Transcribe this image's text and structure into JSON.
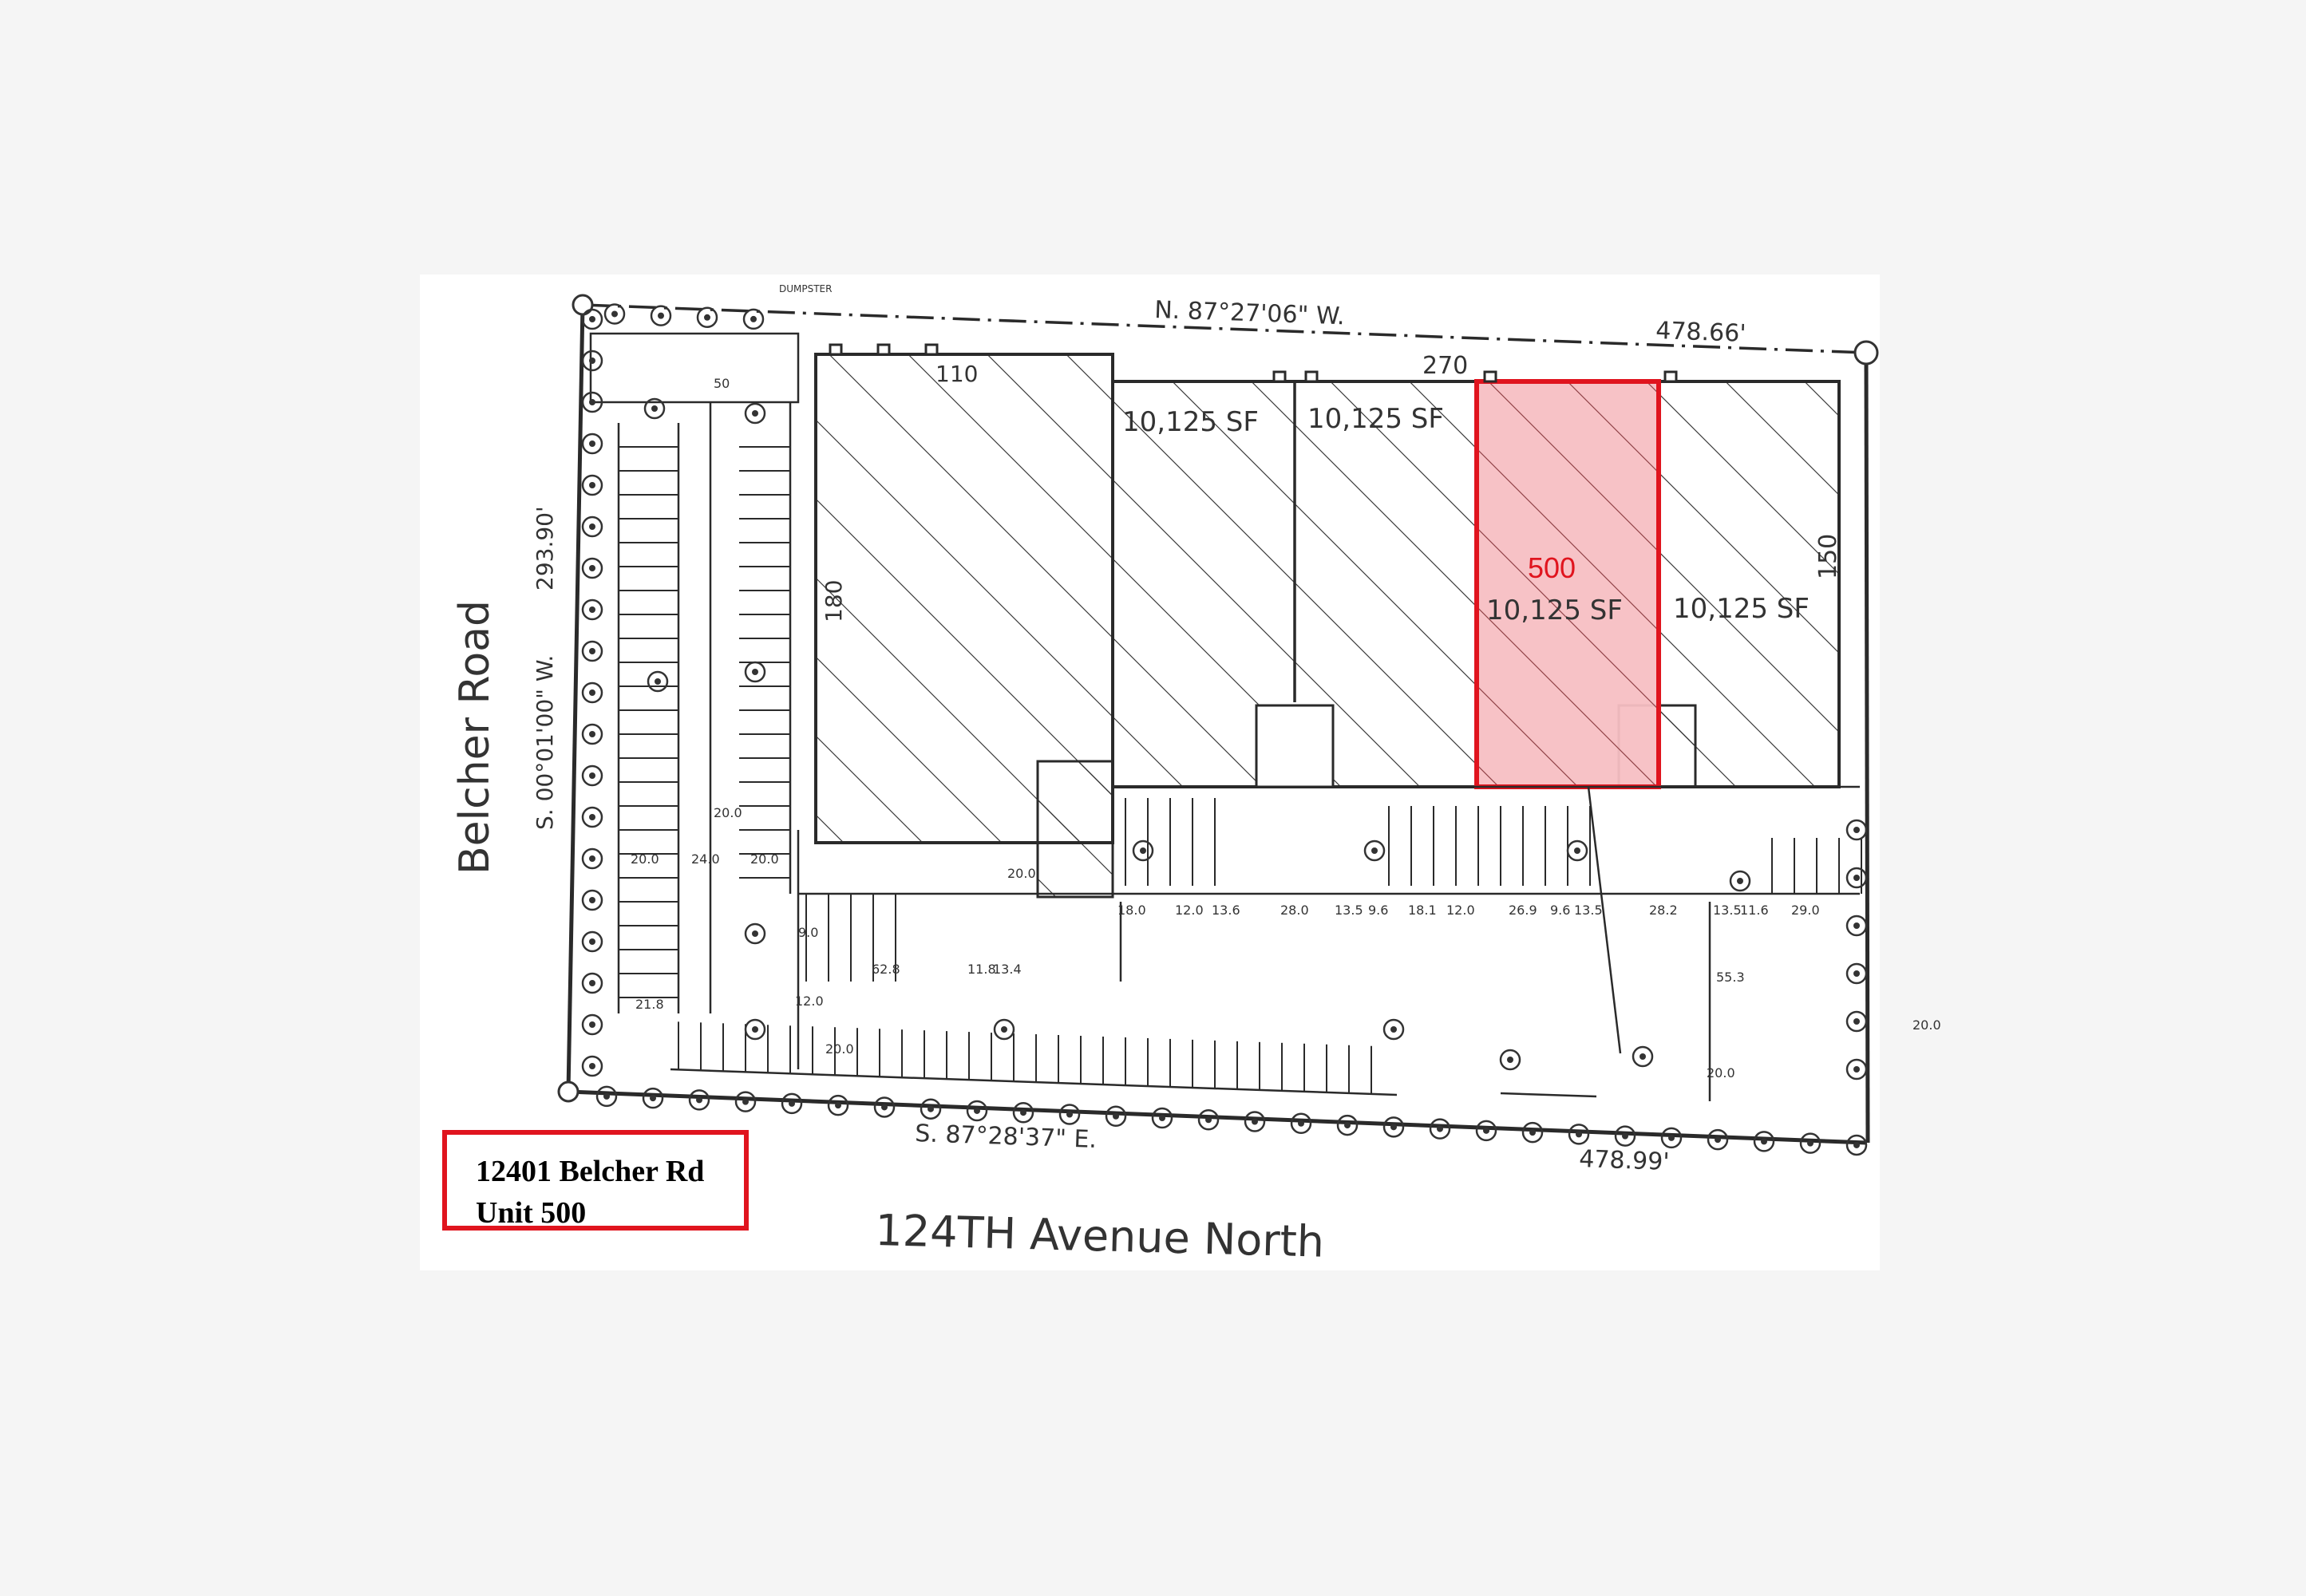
{
  "plan": {
    "streets": {
      "west": "Belcher Road",
      "south": "124TH Avenue North"
    },
    "bearings": {
      "north": "N. 87°27'06\" W.",
      "north_length": "478.66'",
      "west": "S. 00°01'00\" W.",
      "west_length": "293.90'",
      "south": "S. 87°28'37\" E.",
      "south_length": "478.99'"
    },
    "building_dims": {
      "top": "270",
      "west_building_width": "110",
      "west_building_depth": "180",
      "east_depth": "150"
    },
    "units": [
      {
        "area": "10,125 SF"
      },
      {
        "area": "10,125 SF"
      },
      {
        "id": "500",
        "area": "10,125 SF",
        "highlighted": true
      },
      {
        "area": "10,125 SF"
      }
    ],
    "parking_dims": [
      "20.0",
      "24.0",
      "20.0",
      "21.8",
      "62.8",
      "11.8",
      "13.4",
      "20.0",
      "18.0",
      "12.0",
      "13.6",
      "28.0",
      "13.5",
      "9.6",
      "18.1",
      "12.0",
      "26.9",
      "9.6",
      "13.5",
      "28.2",
      "13.5",
      "11.6",
      "29.0",
      "55.3",
      "20.0",
      "20.0",
      "20.0",
      "9.0",
      "20.0",
      "12.0",
      "50"
    ],
    "misc_label": "DUMPSTER",
    "highlight_color": "#e0141e",
    "highlight_fill": "#f7bfc3"
  },
  "callout": {
    "line1": "12401 Belcher Rd",
    "line2": "Unit 500"
  }
}
